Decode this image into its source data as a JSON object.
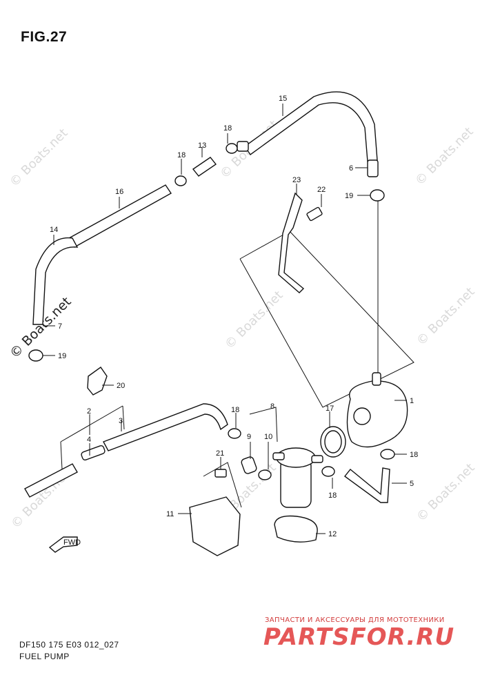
{
  "figure_title": "FIG.27",
  "caption": {
    "line1": "DF150 175 E03 012_027",
    "line2": "FUEL PUMP"
  },
  "watermark": "© Boats.net",
  "brand": {
    "tagline": "ЗАПЧАСТИ И АКСЕССУАРЫ ДЛЯ МОТОТЕХНИКИ",
    "name": "PARTSFOR.RU"
  },
  "fwd_label": "FWD",
  "callouts": [
    "1",
    "2",
    "3",
    "4",
    "5",
    "6",
    "7",
    "8",
    "9",
    "10",
    "11",
    "12",
    "13",
    "14",
    "15",
    "16",
    "17",
    "18",
    "19",
    "20",
    "21",
    "22",
    "23"
  ]
}
